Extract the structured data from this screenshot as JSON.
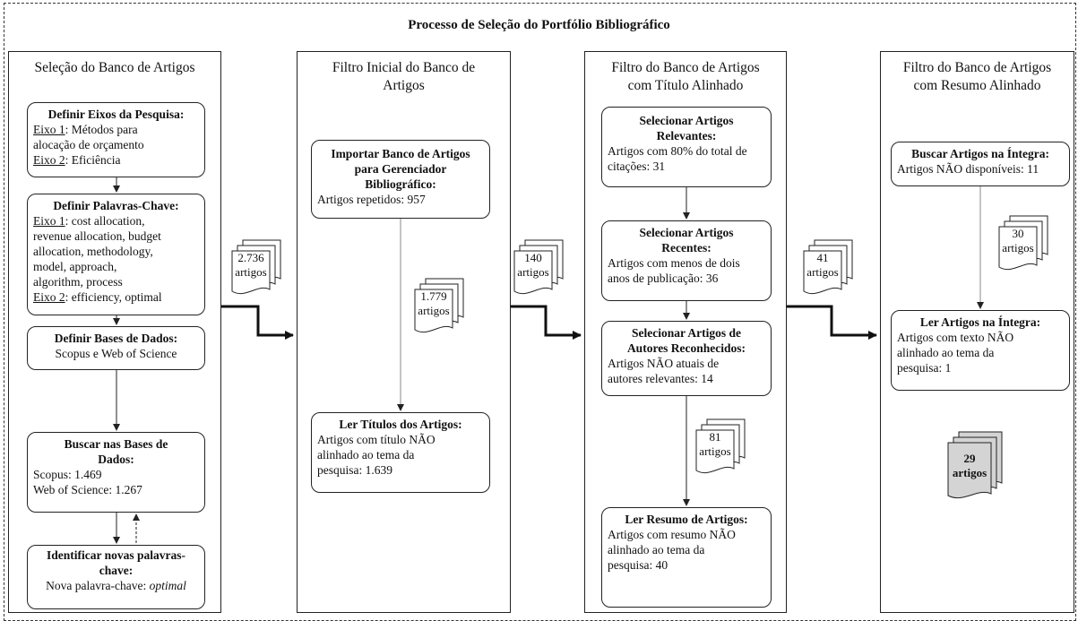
{
  "title": "Processo de Seleção do Portfólio Bibliográfico",
  "columns": [
    {
      "title": "Seleção do Banco de Artigos",
      "boxes": [
        {
          "title": "Definir Eixos da Pesquisa:",
          "lines": [
            {
              "u": "Eixo 1",
              "t": ": Métodos para"
            },
            {
              "t": "alocação de orçamento"
            },
            {
              "u": "Eixo 2",
              "t": ": Eficiência"
            }
          ]
        },
        {
          "title": "Definir Palavras-Chave:",
          "lines": [
            {
              "u": "Eixo 1",
              "t": ": cost allocation,"
            },
            {
              "t": "revenue allocation, budget"
            },
            {
              "t": "allocation, methodology,"
            },
            {
              "t": "model, approach,"
            },
            {
              "t": "algorithm, process"
            },
            {
              "u": "Eixo 2",
              "t": ": efficiency, optimal"
            }
          ]
        },
        {
          "title": "Definir Bases de Dados:",
          "lines": [
            {
              "t": "Scopus e Web of Science"
            }
          ]
        },
        {
          "title": "Buscar nas Bases de Dados:",
          "lines": [
            {
              "t": "Scopus: 1.469"
            },
            {
              "t": "Web of Science: 1.267"
            }
          ]
        },
        {
          "title": "Identificar novas palavras-chave:",
          "lines": [
            {
              "t": "Nova palavra-chave: ",
              "i": "optimal"
            }
          ]
        }
      ]
    },
    {
      "title": "Filtro Inicial do Banco de Artigos",
      "boxes": [
        {
          "title": "Importar Banco de Artigos para Gerenciador Bibliográfico:",
          "lines": [
            {
              "t": "Artigos repetidos: 957"
            }
          ]
        },
        {
          "title": "Ler Títulos dos Artigos:",
          "lines": [
            {
              "t": "Artigos com título NÃO"
            },
            {
              "t": "alinhado ao tema da"
            },
            {
              "t": "pesquisa: 1.639"
            }
          ]
        }
      ]
    },
    {
      "title": "Filtro do Banco de Artigos com Título Alinhado",
      "boxes": [
        {
          "title": "Selecionar Artigos Relevantes:",
          "lines": [
            {
              "t": "Artigos com 80% do total de"
            },
            {
              "t": "citações: 31"
            }
          ]
        },
        {
          "title": "Selecionar Artigos Recentes:",
          "lines": [
            {
              "t": "Artigos com menos de dois"
            },
            {
              "t": "anos de publicação: 36"
            }
          ]
        },
        {
          "title": "Selecionar Artigos de Autores Reconhecidos:",
          "lines": [
            {
              "t": "Artigos NÃO atuais de"
            },
            {
              "t": "autores relevantes: 14"
            }
          ]
        },
        {
          "title": "Ler Resumo de Artigos:",
          "lines": [
            {
              "t": "Artigos com resumo NÃO"
            },
            {
              "t": "alinhado ao tema da"
            },
            {
              "t": "pesquisa: 40"
            }
          ]
        }
      ]
    },
    {
      "title": "Filtro do Banco de Artigos com Resumo Alinhado",
      "boxes": [
        {
          "title": "Buscar Artigos na Íntegra:",
          "lines": [
            {
              "t": "Artigos NÃO disponíveis: 11"
            }
          ]
        },
        {
          "title": "Ler Artigos na Íntegra:",
          "lines": [
            {
              "t": "Artigos com texto NÃO"
            },
            {
              "t": "alinhado ao tema da"
            },
            {
              "t": "pesquisa: 1"
            }
          ]
        }
      ]
    }
  ],
  "docs": [
    {
      "label": "2.736 artigos"
    },
    {
      "label": "1.779 artigos"
    },
    {
      "label": "140 artigos"
    },
    {
      "label": "81 artigos"
    },
    {
      "label": "41 artigos"
    },
    {
      "label": "30 artigos"
    },
    {
      "label": "29 artigos",
      "color": "#d4d4d4"
    }
  ]
}
